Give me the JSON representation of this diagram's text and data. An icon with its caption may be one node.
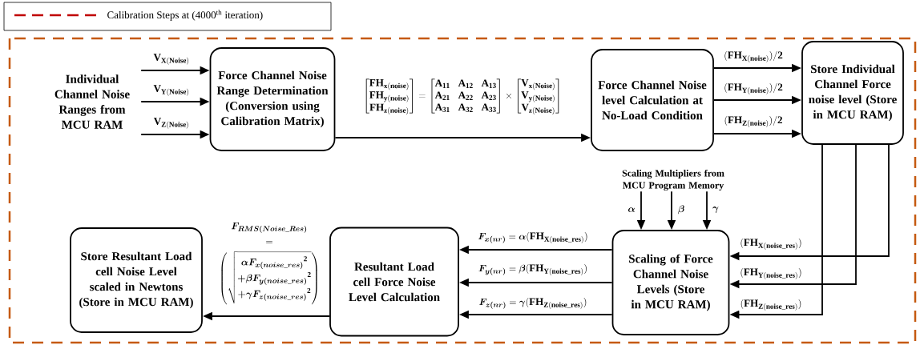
{
  "diagram": {
    "nodes": [
      {
        "text": [
          "Individual Channel Noise Ranges from MCU RAM"
        ]
      },
      {
        "text": [
          "Force Channel Noise Range Determination (Conversion using Calibration Matrix)"
        ]
      },
      {
        "text": [
          "Force Channel Noise level Calculation at No-Load Condition"
        ]
      },
      {
        "text": [
          "Store Individual Channel Force noise level (Store in MCU RAM)"
        ]
      },
      {
        "text": [
          "Scaling Multipliers from MCU Program Memory"
        ]
      },
      {
        "text": [
          "Scaling of Force Channel Noise Levels (Store in MCU RAM)"
        ]
      },
      {
        "text": [
          "Resultant Load cell Force Noise Level Calculation"
        ]
      },
      {
        "text": [
          "Store Resultant Load cell Noise Level scaled in Newtons (Store in MCU RAM)"
        ]
      }
    ],
    "edges": [
      {
        "from": 0,
        "to": 1,
        "arrow": "to",
        "label": "\\mathbf{V_{X(Noise)}}"
      },
      {
        "from": 0,
        "to": 1,
        "arrow": "to",
        "label": "\\mathbf{V_{Y(Noise)}}"
      },
      {
        "from": 0,
        "to": 1,
        "arrow": "to",
        "label": "\\mathbf{V_{Z(Noise)}}"
      },
      {
        "from": 1,
        "to": 2,
        "arrow": "to",
        "label": "\\begin{bmatrix}\\mathbf{FH_{x(noise)}}\\\\\\mathbf{FH_{y(noise)}}\\\\\\mathbf{FH_{z(noise)}}\\end{bmatrix}=\\begin{bmatrix}\\mathbf{A_{11}}&\\mathbf{A_{12}}&\\mathbf{A_{13}}\\\\\\mathbf{A_{21}}&\\mathbf{A_{22}}&\\mathbf{A_{23}}\\\\\\mathbf{A_{31}}&\\mathbf{A_{32}}&\\mathbf{A_{33}}\\end{bmatrix}\\times\\begin{bmatrix}\\mathbf{V_{x(Noise)}}\\\\\\mathbf{V_{y(Noise)}}\\\\\\mathbf{V_{z(Noise)}}\\end{bmatrix}"
      },
      {
        "from": 2,
        "to": 3,
        "arrow": "to",
        "label": "\\mathbf{(FH_{X(noise)})/2}"
      },
      {
        "from": 2,
        "to": 3,
        "arrow": "to",
        "label": "\\mathbf{(FH_{Y(noise)})/2}"
      },
      {
        "from": 2,
        "to": 3,
        "arrow": "to",
        "label": "\\mathbf{(FH_{Z(noise)})/2}"
      },
      {
        "from": 4,
        "to": 5,
        "arrow": "to",
        "label": "\\boldsymbol{\\alpha}"
      },
      {
        "from": 4,
        "to": 5,
        "arrow": "to",
        "label": "\\boldsymbol{\\beta}"
      },
      {
        "from": 4,
        "to": 5,
        "arrow": "to",
        "label": "\\boldsymbol{\\gamma}"
      },
      {
        "from": 3,
        "to": 5,
        "arrow": "to",
        "label": "\\mathbf{(FH_{X(noise\\_res)})}"
      },
      {
        "from": 3,
        "to": 5,
        "arrow": "to",
        "label": "\\mathbf{(FH_{Y(noise\\_res)})}"
      },
      {
        "from": 3,
        "to": 5,
        "arrow": "to",
        "label": "\\mathbf{(FH_{Z(noise\\_res)})}"
      },
      {
        "from": 5,
        "to": 6,
        "arrow": "to",
        "label": "\\boldsymbol{F_{x(nr)}}=\\boldsymbol{\\alpha}\\mathbf{(FH_{X(noise\\_res)})}"
      },
      {
        "from": 5,
        "to": 6,
        "arrow": "to",
        "label": "\\boldsymbol{F_{y(nr)}}=\\boldsymbol{\\beta}\\mathbf{(FH_{Y(noise\\_res)})}"
      },
      {
        "from": 5,
        "to": 6,
        "arrow": "to",
        "label": "\\boldsymbol{F_{z(nr)}}=\\boldsymbol{\\gamma}\\mathbf{(FH_{Z(noise\\_res)})}"
      },
      {
        "from": 6,
        "to": 7,
        "arrow": "to",
        "label": "\\begin{gathered}\\boldsymbol{F_{RMS(Noise\\_Res)}}\\\\\\mathbf{=}\\\\\\left(\\sqrt{\\begin{gathered}\\boldsymbol{\\alpha F_{x(noise\\_res)}}^{\\mathbf{2}}\\\\\\boldsymbol{+\\beta F_{y(noise\\_res)}}^{\\mathbf{2}}\\\\\\boldsymbol{+\\gamma F_{z(noise\\_res)}}^{\\mathbf{2}}\\end{gathered}}\\right)\\end{gathered}"
      }
    ],
    "legend": [
      {
        "text": "Calibration Steps at (4000$^{th}$ iteration)"
      }
    ]
  }
}
